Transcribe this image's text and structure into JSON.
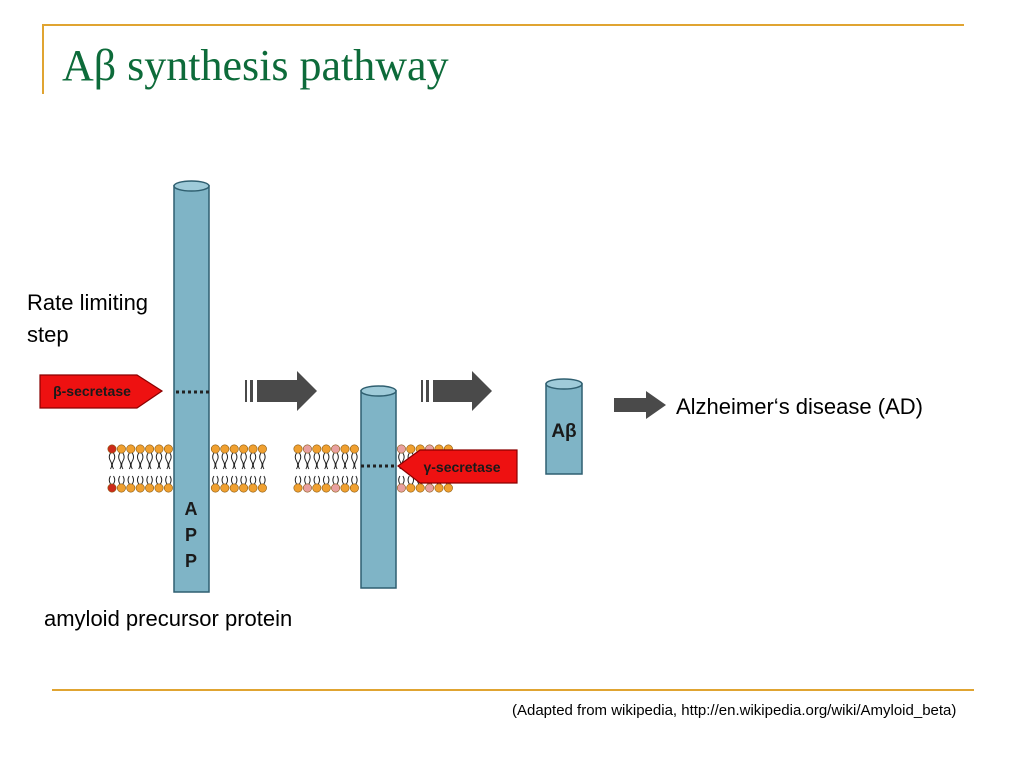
{
  "title": {
    "prefix": "A",
    "greek": "β",
    "rest": " synthesis pathway"
  },
  "labels": {
    "rate_limiting_line1": "Rate limiting",
    "rate_limiting_line2": "step",
    "beta_secretase": "β-secretase",
    "gamma_secretase": "γ-secretase",
    "app_letters": [
      "A",
      "P",
      "P"
    ],
    "abeta": "Aβ",
    "amyloid": "amyloid precursor protein",
    "alzheimers": "Alzheimer‘s disease (AD)"
  },
  "credit": "(Adapted from wikipedia, http://en.wikipedia.org/wiki/Amyloid_beta)",
  "colors": {
    "frame": "#e0a431",
    "title": "#0d6b3a",
    "protein": "#7fb4c6",
    "protein_stroke": "#2f5f70",
    "enzyme": "#ee1111",
    "arrow": "#4a4a4a",
    "lipid_head_orange": "#f0a030",
    "lipid_head_red": "#cc2a1a",
    "lipid_head_pink": "#e8a0a0"
  }
}
